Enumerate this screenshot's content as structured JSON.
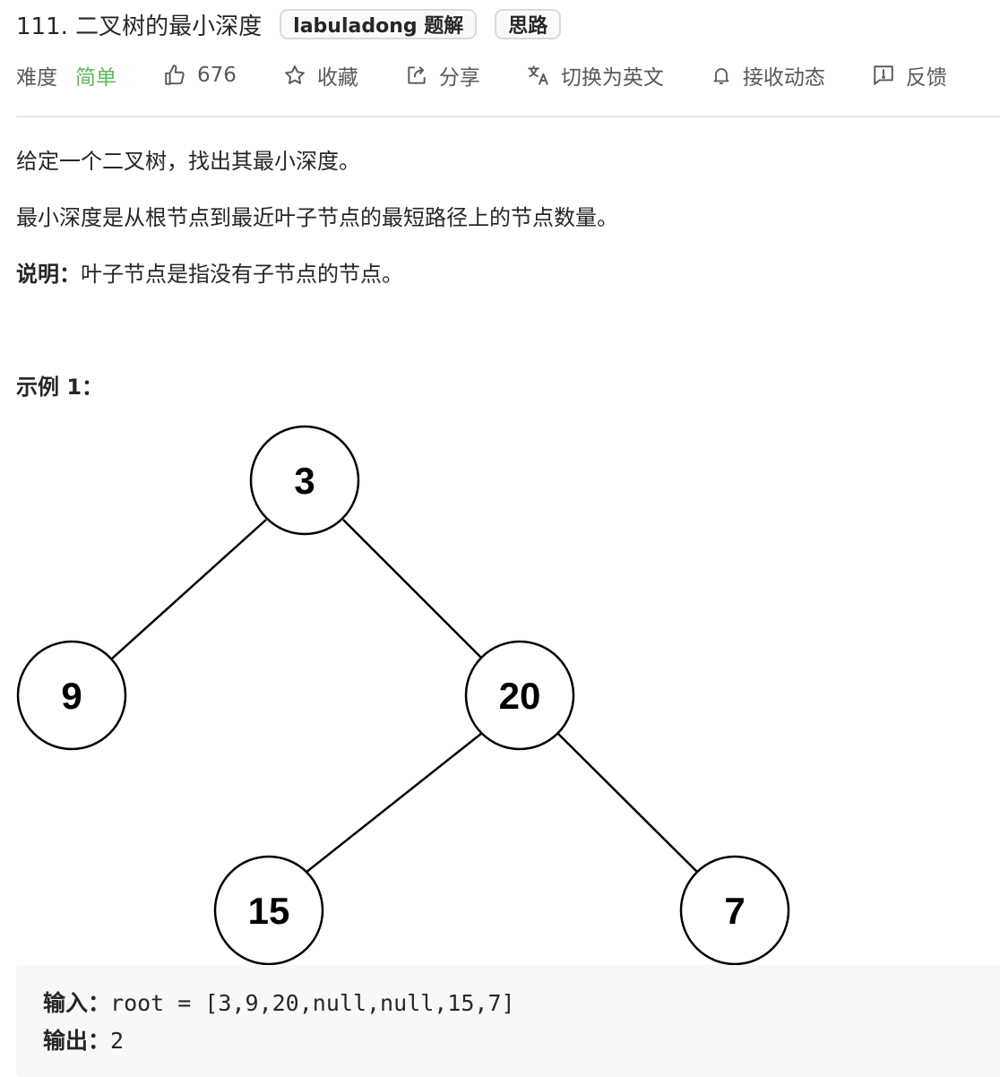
{
  "problem": {
    "title": "111. 二叉树的最小深度",
    "tags": [
      "labuladong 题解",
      "思路"
    ]
  },
  "meta": {
    "difficulty_label": "难度",
    "difficulty_value": "简单",
    "likes": "676",
    "favorite_label": "收藏",
    "share_label": "分享",
    "translate_label": "切换为英文",
    "notify_label": "接收动态",
    "feedback_label": "反馈",
    "colors": {
      "difficulty_easy": "#5cb85c"
    },
    "icons": [
      "thumbs-up-icon",
      "star-icon",
      "share-icon",
      "translate-icon",
      "bell-icon",
      "feedback-icon"
    ]
  },
  "description": {
    "p1": "给定一个二叉树，找出其最小深度。",
    "p2": "最小深度是从根节点到最近叶子节点的最短路径上的节点数量。",
    "p3_bold": "说明：",
    "p3_rest": "叶子节点是指没有子节点的节点。"
  },
  "example": {
    "title": "示例 1：",
    "tree_nodes": [
      "3",
      "9",
      "20",
      "15",
      "7"
    ],
    "input_label": "输入：",
    "input_value": "root = [3,9,20,null,null,15,7]",
    "output_label": "输出：",
    "output_value": "2"
  }
}
